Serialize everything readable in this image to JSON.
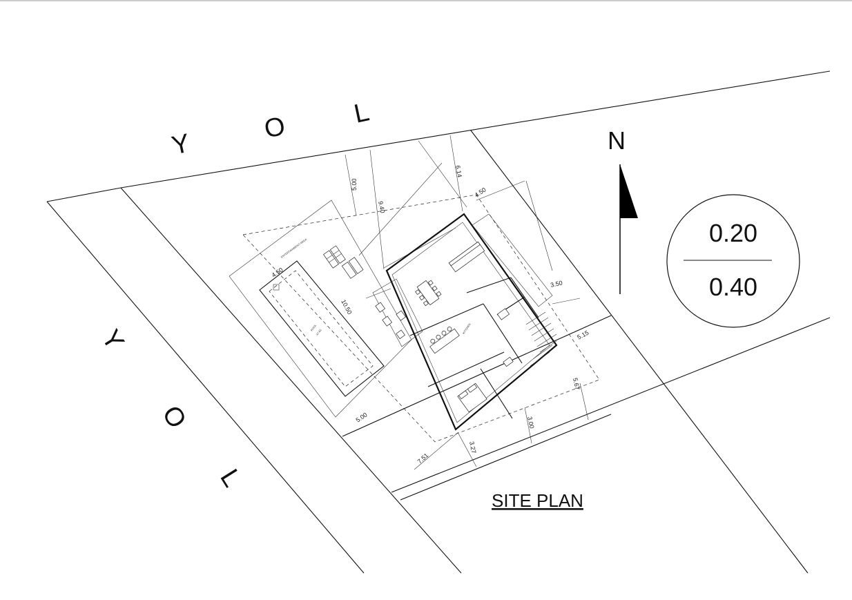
{
  "plan": {
    "title": "SITE PLAN",
    "north_label": "N",
    "scale": {
      "top": "0.20",
      "bottom": "0.40"
    },
    "road_labels": {
      "top": [
        "Y",
        "O",
        "L"
      ],
      "left": [
        "Y",
        "O",
        "L"
      ]
    },
    "dimensions": {
      "d_500_top": "5.00",
      "d_940": "9.40",
      "d_614": "6.14",
      "d_450_top": "4.50",
      "d_350": "3.50",
      "d_515": "5.15",
      "d_567": "5.67",
      "d_300": "3.00",
      "d_327": "3.27",
      "d_751": "7.51",
      "d_500_left": "5.00",
      "d_450_pool": "4.50",
      "d_1050": "10.50"
    },
    "room_labels": {
      "pool": "POOL",
      "pool_area": "47.62",
      "entertain": "ENTERTAINMENT AREA",
      "kitchen": "KITCHEN"
    }
  }
}
